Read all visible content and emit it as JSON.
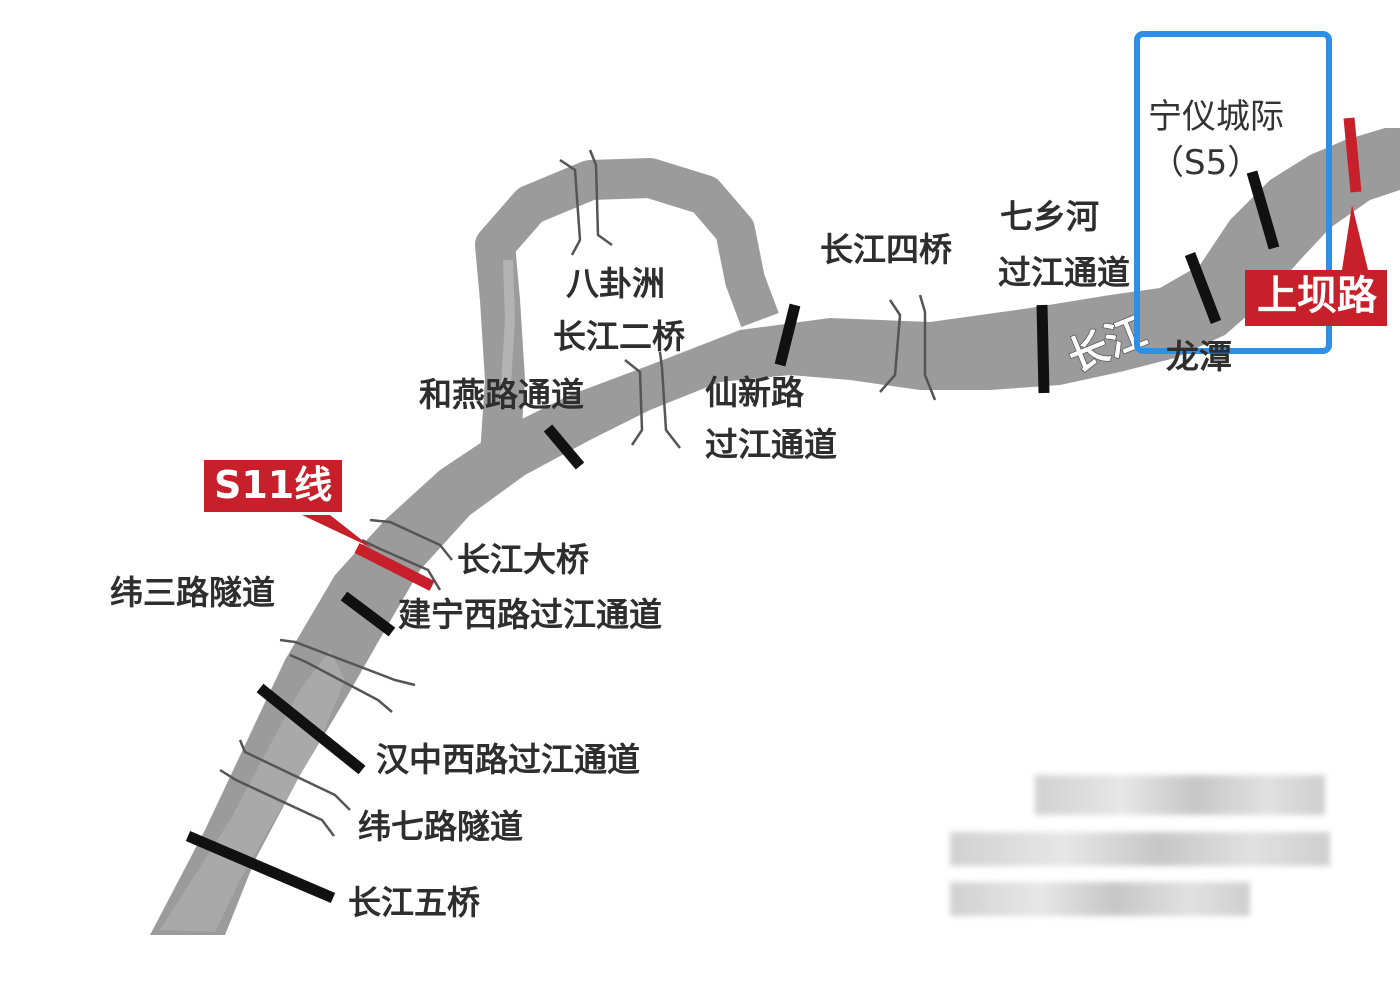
{
  "map": {
    "river_label": "长江",
    "crossings": {
      "bagua_bridge_top": "八卦洲",
      "bagua_bridge_bottom": "长江二桥",
      "heyan_tunnel": "和燕路通道",
      "xianxin_top": "仙新路",
      "xianxin_bottom": "过江通道",
      "fourth_bridge": "长江四桥",
      "qixiang_top": "七乡河",
      "qixiang_bottom": "过江通道",
      "ningyi_top": "宁仪城际",
      "ningyi_bottom": "（S5）",
      "longtan": "龙潭",
      "shangba": "上坝路",
      "s11": "S11线",
      "yangtze_bridge": "长江大桥",
      "weisan_tunnel": "纬三路隧道",
      "jianning_west": "建宁西路过江通道",
      "hanzhong_west": "汉中西路过江通道",
      "weiqi_tunnel": "纬七路隧道",
      "fifth_bridge": "长江五桥"
    },
    "colors": {
      "river": "#9b9b9b",
      "crossing_dark": "#111111",
      "accent_red": "#c8202a",
      "highlight_box": "#2e8fe6"
    }
  }
}
